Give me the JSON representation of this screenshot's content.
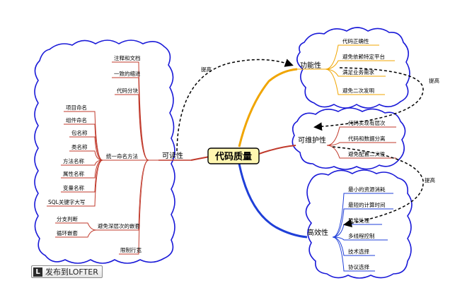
{
  "center": "代码质量",
  "branches": {
    "functional": {
      "label": "功能性",
      "items": [
        "代码正确性",
        "避免依赖特定平台",
        "满足业务需求",
        "避免二次发明"
      ]
    },
    "maintain": {
      "label": "可维护性",
      "items": [
        "代码实现有层次",
        "代码和数据分离",
        "避免配置二义性"
      ]
    },
    "efficiency": {
      "label": "高效性",
      "items": [
        "最小的资源消耗",
        "最短的计算时间",
        "异常处理",
        "多线程控制",
        "技术选择",
        "协议选择"
      ]
    },
    "readability": {
      "label": "可读性",
      "items": [
        "注释和文档",
        "一致的缩进",
        "代码分块",
        "统一命名方法",
        "避免深层次的嵌套",
        "限制行宽"
      ]
    },
    "naming": [
      "项目命名",
      "组件命名",
      "包名称",
      "类名称",
      "方法名称",
      "属性名称",
      "变量名称",
      "SQL关键字大写"
    ],
    "nesting": [
      "分支判断",
      "循环嵌套"
    ]
  },
  "arrows": {
    "improve_1": "提高",
    "improve_2": "提高",
    "improve_3": "提高"
  },
  "colors": {
    "cloud_border": "#1a1ad8",
    "red_line": "#c0392b",
    "orange_line": "#f0a500",
    "blue_line": "#1f3fd8",
    "center_fill": "#fff6b0"
  },
  "publish_button": "发布到LOFTER"
}
